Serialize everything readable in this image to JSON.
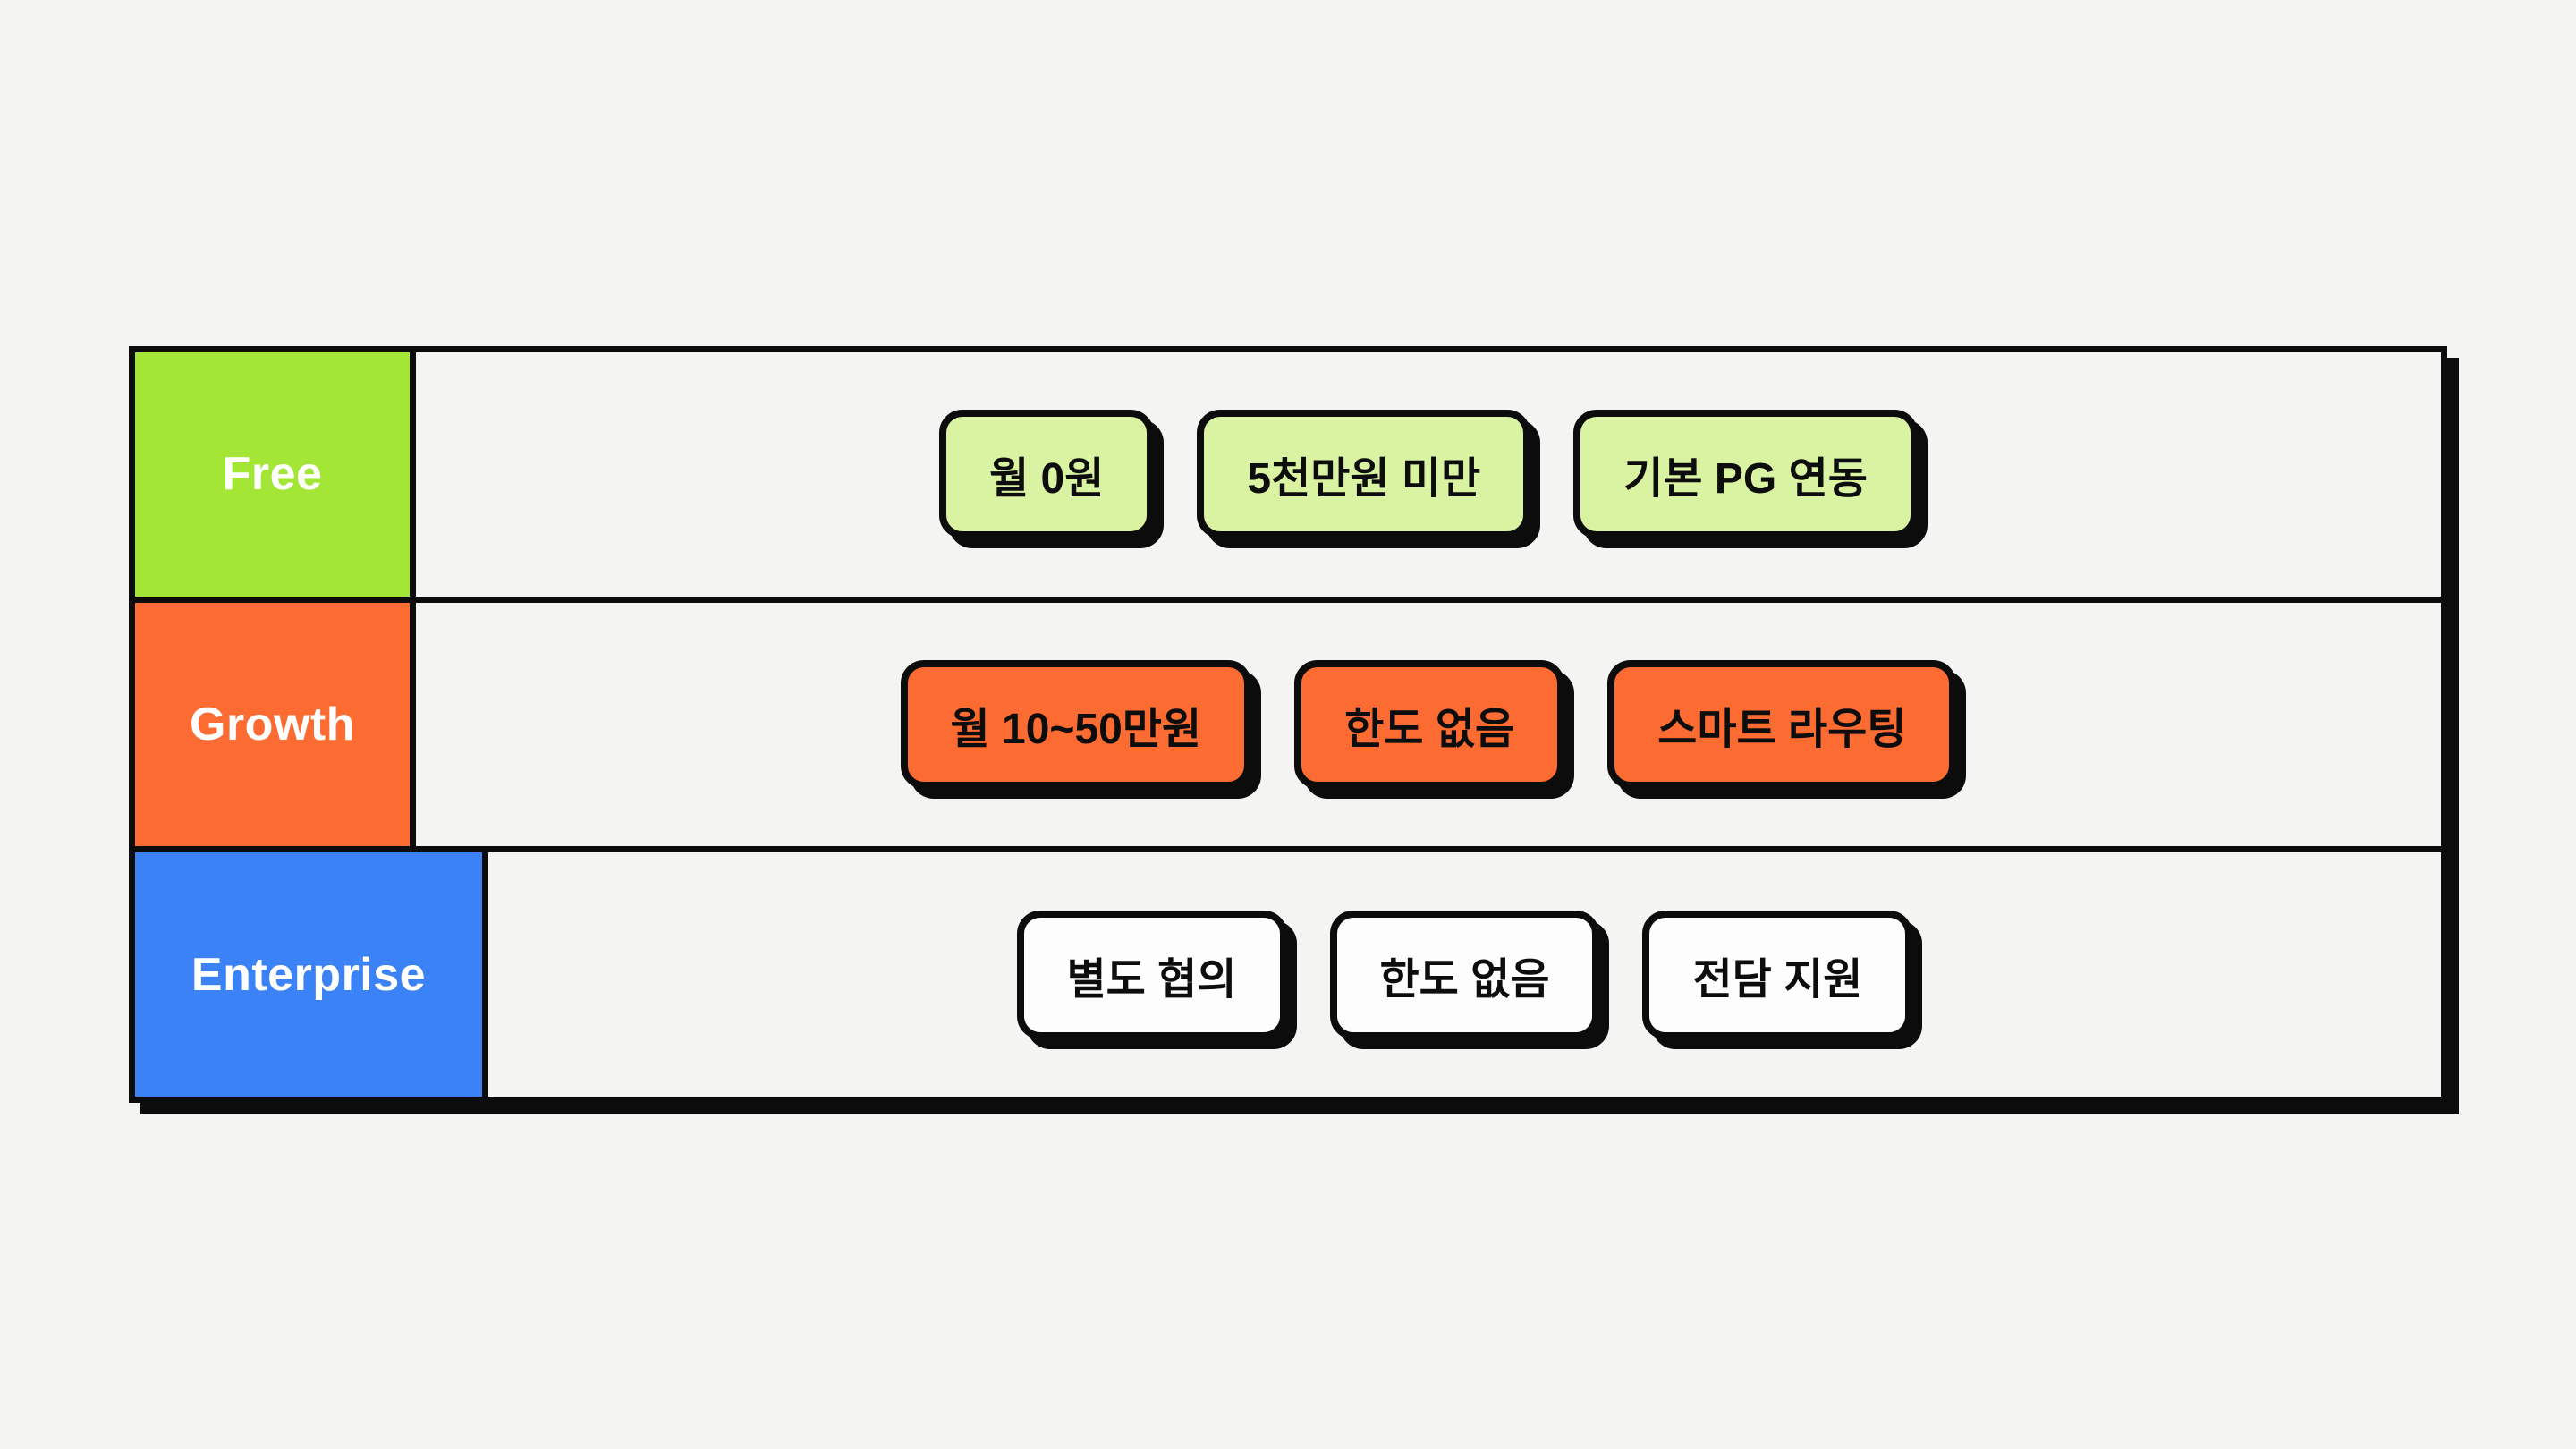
{
  "colors": {
    "page_background": "#f4f4f2",
    "outline_black": "#0c0c0c",
    "free_label_bg": "#a3e635",
    "free_chip_bg": "#d9f3a2",
    "growth_bg": "#fb6b32",
    "enterprise_label_bg": "#3b82f6",
    "enterprise_chip_bg": "#fdfdfd",
    "label_text": "#ffffff",
    "chip_text": "#0d0d0d"
  },
  "table": {
    "rows": [
      {
        "id": "free",
        "label": "Free",
        "chips": [
          "월 0원",
          "5천만원 미만",
          "기본 PG 연동"
        ]
      },
      {
        "id": "growth",
        "label": "Growth",
        "chips": [
          "월 10~50만원",
          "한도 없음",
          "스마트 라우팅"
        ]
      },
      {
        "id": "enterprise",
        "label": "Enterprise",
        "chips": [
          "별도 협의",
          "한도 없음",
          "전담 지원"
        ]
      }
    ]
  }
}
